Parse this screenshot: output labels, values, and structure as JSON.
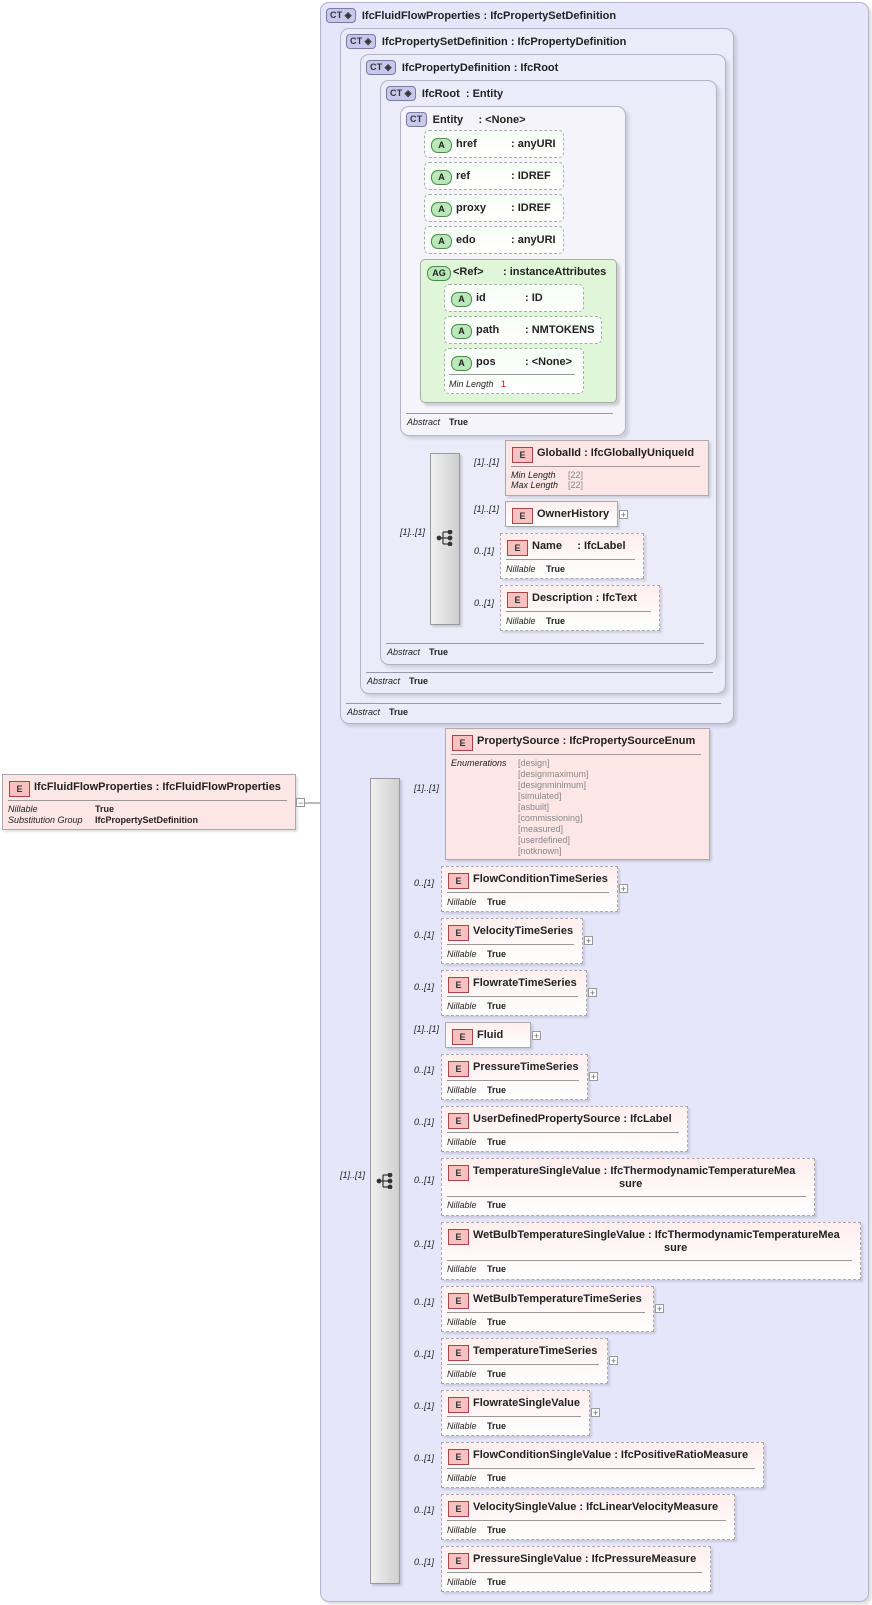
{
  "root_element": {
    "badge": "E",
    "name": "IfcFluidFlowProperties",
    "type": ": IfcFluidFlowProperties",
    "props": [
      {
        "label": "Nillable",
        "value": "True"
      },
      {
        "label": "Substitution Group",
        "value": "IfcPropertySetDefinition"
      }
    ]
  },
  "complex_types": {
    "badge": "CT",
    "ct0": {
      "name": "IfcFluidFlowProperties",
      "type": ": IfcPropertySetDefinition"
    },
    "ct1": {
      "name": "IfcPropertySetDefinition",
      "type": ": IfcPropertyDefinition",
      "abstract_label": "Abstract",
      "abstract_value": "True"
    },
    "ct2": {
      "name": "IfcPropertyDefinition",
      "type": ": IfcRoot",
      "abstract_label": "Abstract",
      "abstract_value": "True"
    },
    "ct3": {
      "name": "IfcRoot",
      "type": ": Entity",
      "abstract_label": "Abstract",
      "abstract_value": "True"
    },
    "ct4": {
      "name": "Entity",
      "type": ": <None>",
      "abstract_label": "Abstract",
      "abstract_value": "True"
    }
  },
  "entity_attributes": [
    {
      "badge": "A",
      "name": "href",
      "type": ": anyURI"
    },
    {
      "badge": "A",
      "name": "ref",
      "type": ": IDREF"
    },
    {
      "badge": "A",
      "name": "proxy",
      "type": ": IDREF"
    },
    {
      "badge": "A",
      "name": "edo",
      "type": ": anyURI"
    }
  ],
  "attribute_group": {
    "badge": "AG",
    "name": "<Ref>",
    "type": ": instanceAttributes",
    "attributes": [
      {
        "badge": "A",
        "name": "id",
        "type": ": ID"
      },
      {
        "badge": "A",
        "name": "path",
        "type": ": NMTOKENS"
      },
      {
        "badge": "A",
        "name": "pos",
        "type": ": <None>",
        "prop_label": "Min Length",
        "prop_value": "1"
      }
    ]
  },
  "ifcroot_sequence": {
    "cardinality": "[1]..[1]",
    "elements": [
      {
        "badge": "E",
        "name": "GlobalId",
        "type": ": IfcGloballyUniqueId",
        "card": "[1]..[1]",
        "props": [
          {
            "label": "Min Length",
            "value": "[22]"
          },
          {
            "label": "Max Length",
            "value": "[22]"
          }
        ]
      },
      {
        "badge": "E",
        "name": "OwnerHistory",
        "type": "",
        "card": "[1]..[1]"
      },
      {
        "badge": "E",
        "name": "Name",
        "type": ": IfcLabel",
        "card": "0..[1]",
        "props": [
          {
            "label": "Nillable",
            "value": "True"
          }
        ]
      },
      {
        "badge": "E",
        "name": "Description",
        "type": ": IfcText",
        "card": "0..[1]",
        "props": [
          {
            "label": "Nillable",
            "value": "True"
          }
        ]
      }
    ]
  },
  "main_sequence": {
    "cardinality": "[1]..[1]",
    "elements": [
      {
        "badge": "E",
        "name": "PropertySource",
        "type": ": IfcPropertySourceEnum",
        "card": "[1]..[1]",
        "enum_label": "Enumerations",
        "enumerations": [
          "[design]",
          "[designmaximum]",
          "[designminimum]",
          "[simulated]",
          "[asbuilt]",
          "[commissioning]",
          "[measured]",
          "[userdefined]",
          "[notknown]"
        ]
      },
      {
        "badge": "E",
        "name": "FlowConditionTimeSeries",
        "type": "",
        "card": "0..[1]",
        "nillable_label": "Nillable",
        "nillable_value": "True"
      },
      {
        "badge": "E",
        "name": "VelocityTimeSeries",
        "type": "",
        "card": "0..[1]",
        "nillable_label": "Nillable",
        "nillable_value": "True"
      },
      {
        "badge": "E",
        "name": "FlowrateTimeSeries",
        "type": "",
        "card": "0..[1]",
        "nillable_label": "Nillable",
        "nillable_value": "True"
      },
      {
        "badge": "E",
        "name": "Fluid",
        "type": "",
        "card": "[1]..[1]"
      },
      {
        "badge": "E",
        "name": "PressureTimeSeries",
        "type": "",
        "card": "0..[1]",
        "nillable_label": "Nillable",
        "nillable_value": "True"
      },
      {
        "badge": "E",
        "name": "UserDefinedPropertySource",
        "type": ": IfcLabel",
        "card": "0..[1]",
        "nillable_label": "Nillable",
        "nillable_value": "True"
      },
      {
        "badge": "E",
        "name": "TemperatureSingleValue",
        "type": ": IfcThermodynamicTemperatureMea",
        "type2": "sure",
        "card": "0..[1]",
        "nillable_label": "Nillable",
        "nillable_value": "True"
      },
      {
        "badge": "E",
        "name": "WetBulbTemperatureSingleValue",
        "type": ": IfcThermodynamicTemperatureMea",
        "type2": "sure",
        "card": "0..[1]",
        "nillable_label": "Nillable",
        "nillable_value": "True"
      },
      {
        "badge": "E",
        "name": "WetBulbTemperatureTimeSeries",
        "type": "",
        "card": "0..[1]",
        "nillable_label": "Nillable",
        "nillable_value": "True"
      },
      {
        "badge": "E",
        "name": "TemperatureTimeSeries",
        "type": "",
        "card": "0..[1]",
        "nillable_label": "Nillable",
        "nillable_value": "True"
      },
      {
        "badge": "E",
        "name": "FlowrateSingleValue",
        "type": "",
        "card": "0..[1]",
        "nillable_label": "Nillable",
        "nillable_value": "True"
      },
      {
        "badge": "E",
        "name": "FlowConditionSingleValue",
        "type": ": IfcPositiveRatioMeasure",
        "card": "0..[1]",
        "nillable_label": "Nillable",
        "nillable_value": "True"
      },
      {
        "badge": "E",
        "name": "VelocitySingleValue",
        "type": ": IfcLinearVelocityMeasure",
        "card": "0..[1]",
        "nillable_label": "Nillable",
        "nillable_value": "True"
      },
      {
        "badge": "E",
        "name": "PressureSingleValue",
        "type": ": IfcPressureMeasure",
        "card": "0..[1]",
        "nillable_label": "Nillable",
        "nillable_value": "True"
      }
    ]
  }
}
